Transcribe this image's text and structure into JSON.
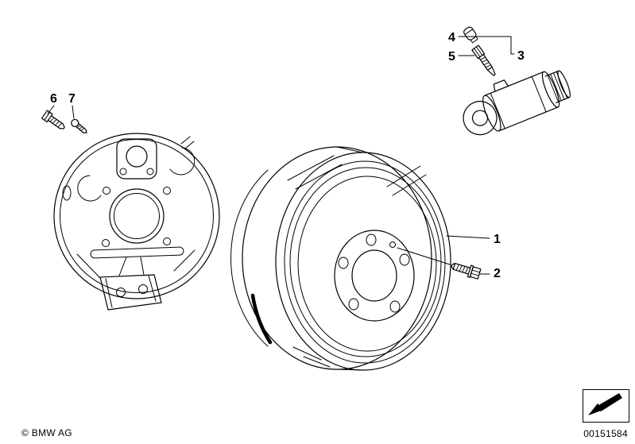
{
  "footer": {
    "copyright": "© BMW AG",
    "image_number": "00151584"
  },
  "callouts": {
    "1": "1",
    "2": "2",
    "3": "3",
    "4": "4",
    "5": "5",
    "6": "6",
    "7": "7"
  },
  "icons": {
    "travel_direction_arrow": "down-left-arrow"
  },
  "colors": {
    "line": "#000000",
    "background": "#ffffff"
  }
}
